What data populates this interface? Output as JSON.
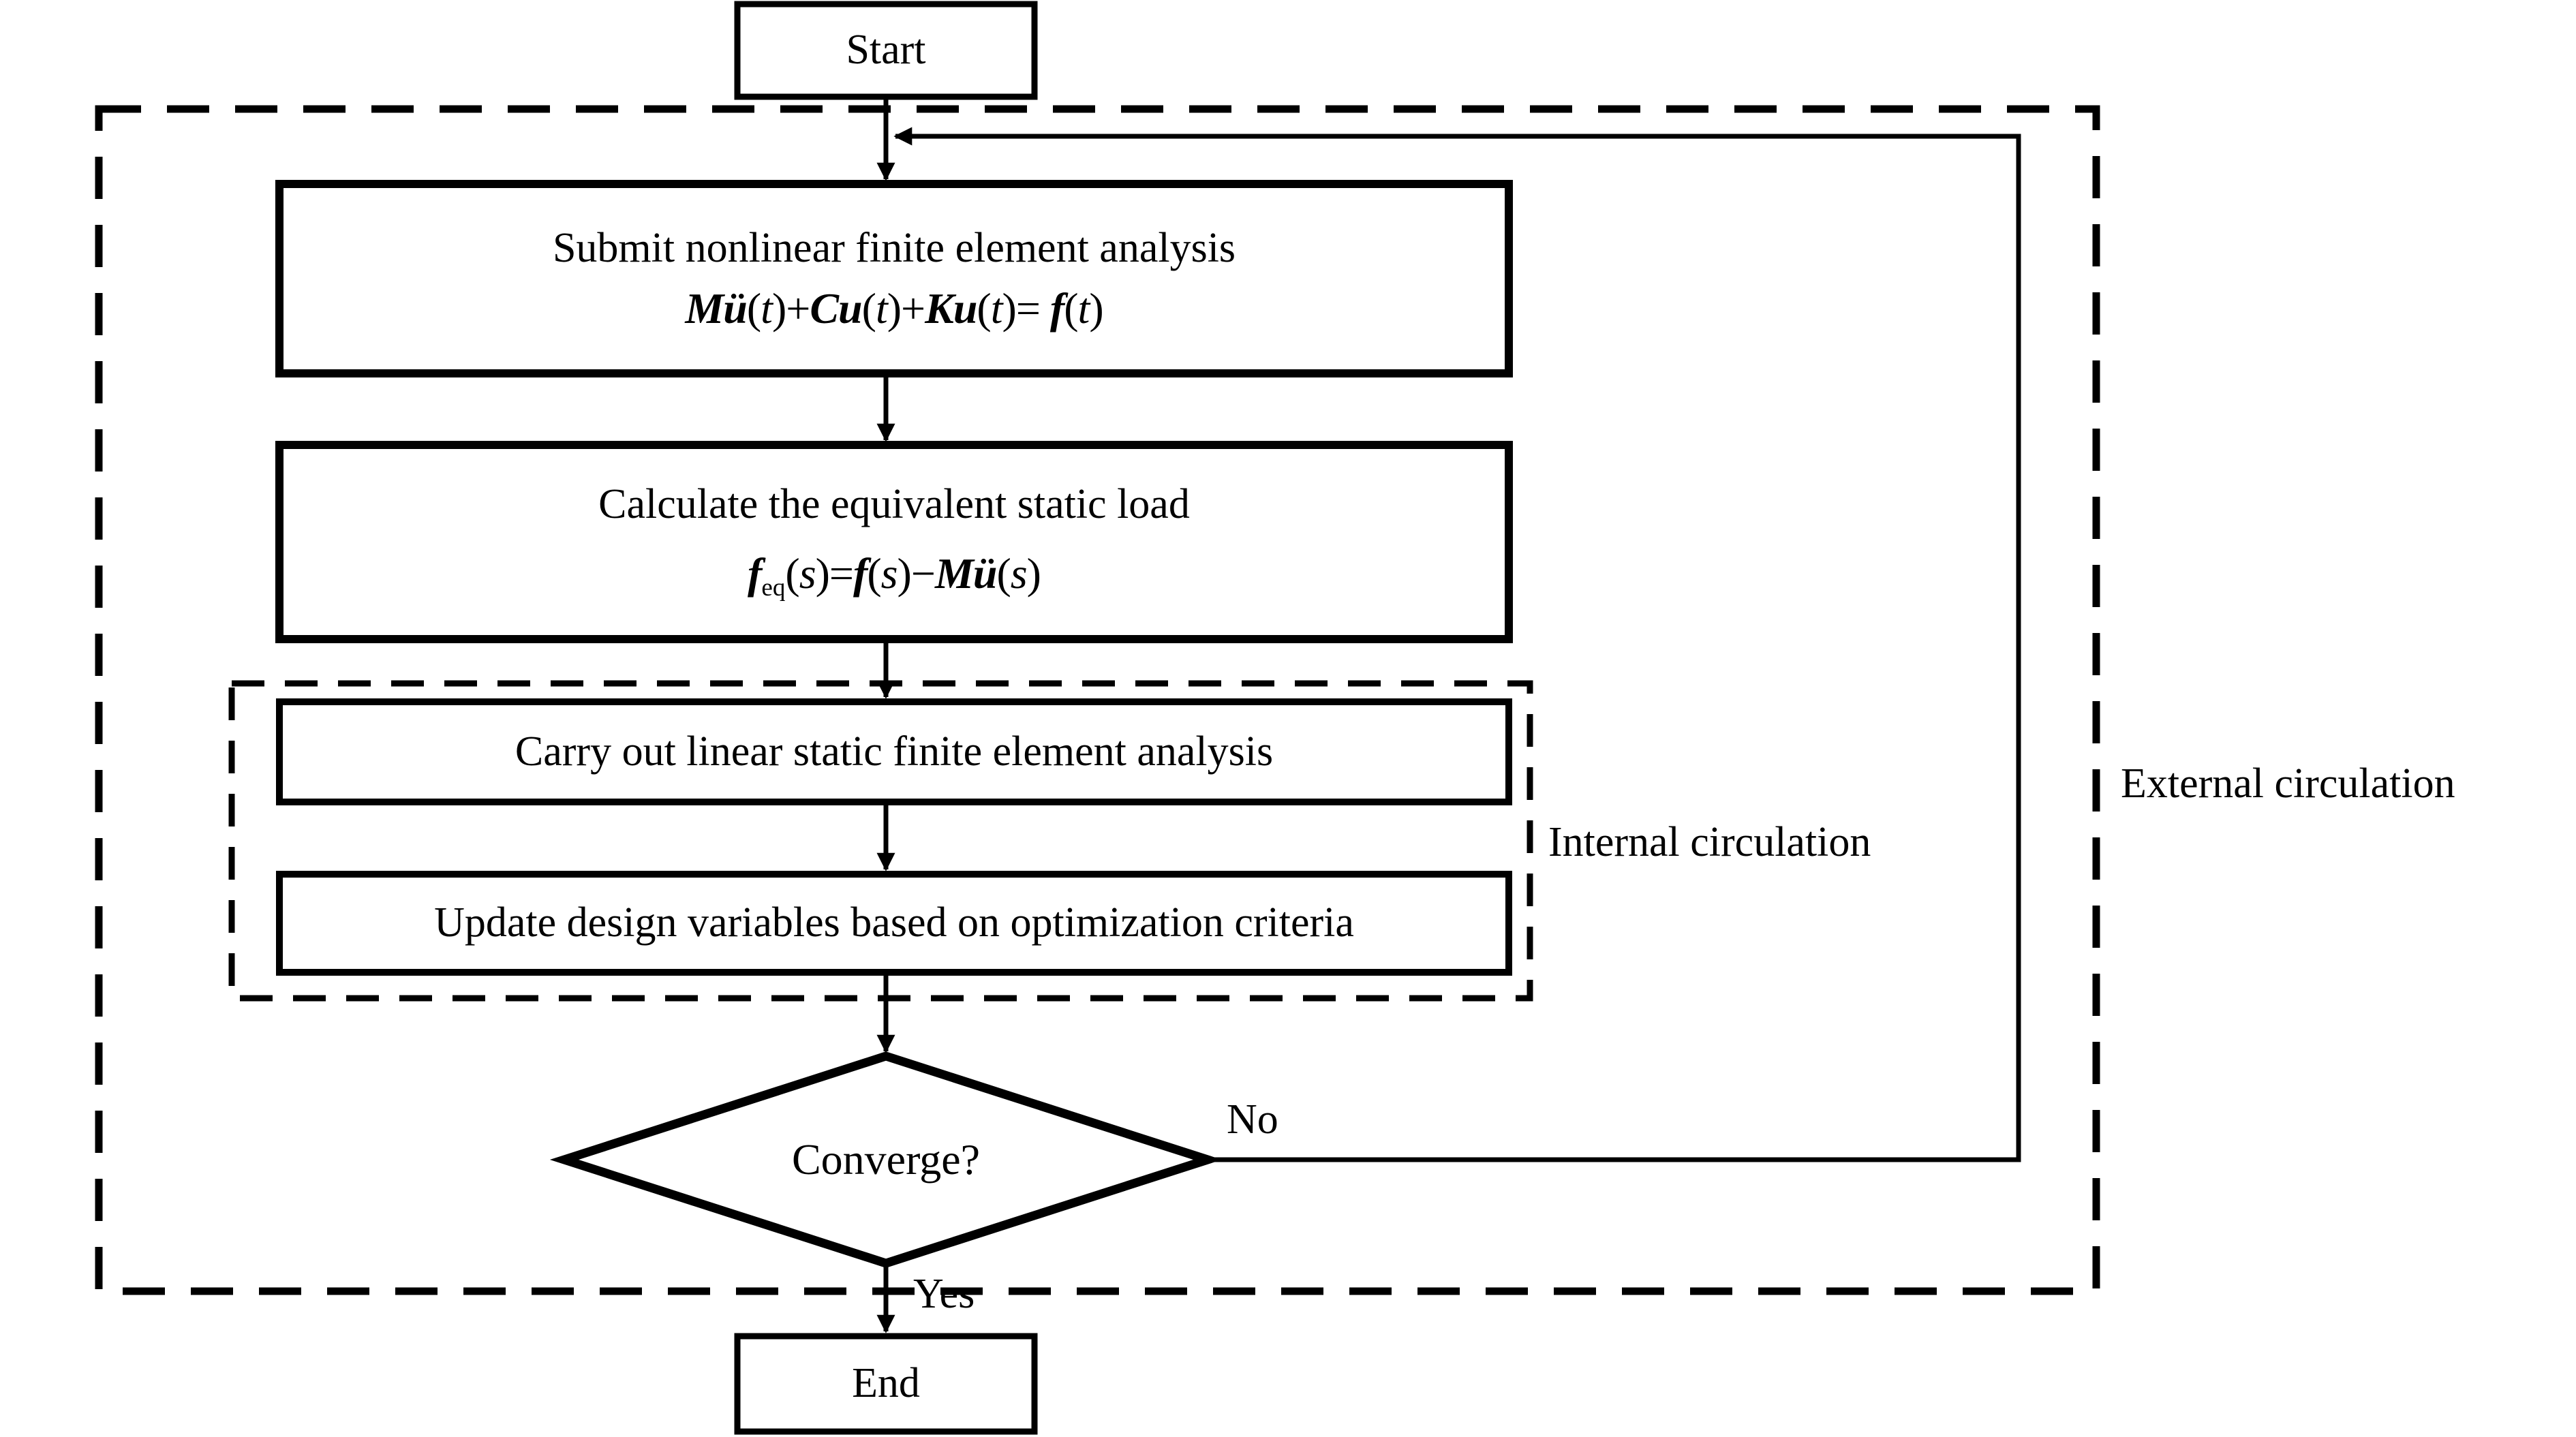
{
  "figure": {
    "background": "#ffffff",
    "ink": "#000000",
    "nodes": {
      "start": "Start",
      "submit": {
        "line1": "Submit nonlinear finite element analysis",
        "eq": [
          [
            "Mü",
            "bi"
          ],
          [
            "(",
            "rm"
          ],
          [
            "t",
            "it"
          ],
          [
            ")",
            "rm"
          ],
          [
            "+",
            "rm"
          ],
          [
            "Cu",
            "bi"
          ],
          [
            "(",
            "rm"
          ],
          [
            "t",
            "it"
          ],
          [
            ")",
            "rm"
          ],
          [
            "+",
            "rm"
          ],
          [
            "Ku",
            "bi"
          ],
          [
            "(",
            "rm"
          ],
          [
            "t",
            "it"
          ],
          [
            ")",
            "rm"
          ],
          [
            "= ",
            "rm"
          ],
          [
            "f",
            "bi"
          ],
          [
            "(",
            "rm"
          ],
          [
            "t",
            "it"
          ],
          [
            ")",
            "rm"
          ]
        ]
      },
      "calc": {
        "line1": "Calculate the equivalent static load",
        "eq": [
          [
            "f",
            "bi"
          ],
          [
            "eq",
            "sub"
          ],
          [
            "(",
            "rm"
          ],
          [
            "s",
            "it"
          ],
          [
            ")",
            "rm"
          ],
          [
            "=",
            "rm"
          ],
          [
            "f",
            "bi"
          ],
          [
            "(",
            "rm"
          ],
          [
            "s",
            "it"
          ],
          [
            ")",
            "rm"
          ],
          [
            "−",
            "rm"
          ],
          [
            "Mü",
            "bi"
          ],
          [
            "(",
            "rm"
          ],
          [
            "s",
            "it"
          ],
          [
            ")",
            "rm"
          ]
        ]
      },
      "carry": "Carry out linear static finite element analysis",
      "update": "Update design variables based on optimization criteria",
      "converge": "Converge?",
      "end": "End"
    },
    "edge_labels": {
      "no": "No",
      "yes": "Yes"
    },
    "region_labels": {
      "internal": "Internal circulation",
      "external": "External circulation"
    }
  }
}
